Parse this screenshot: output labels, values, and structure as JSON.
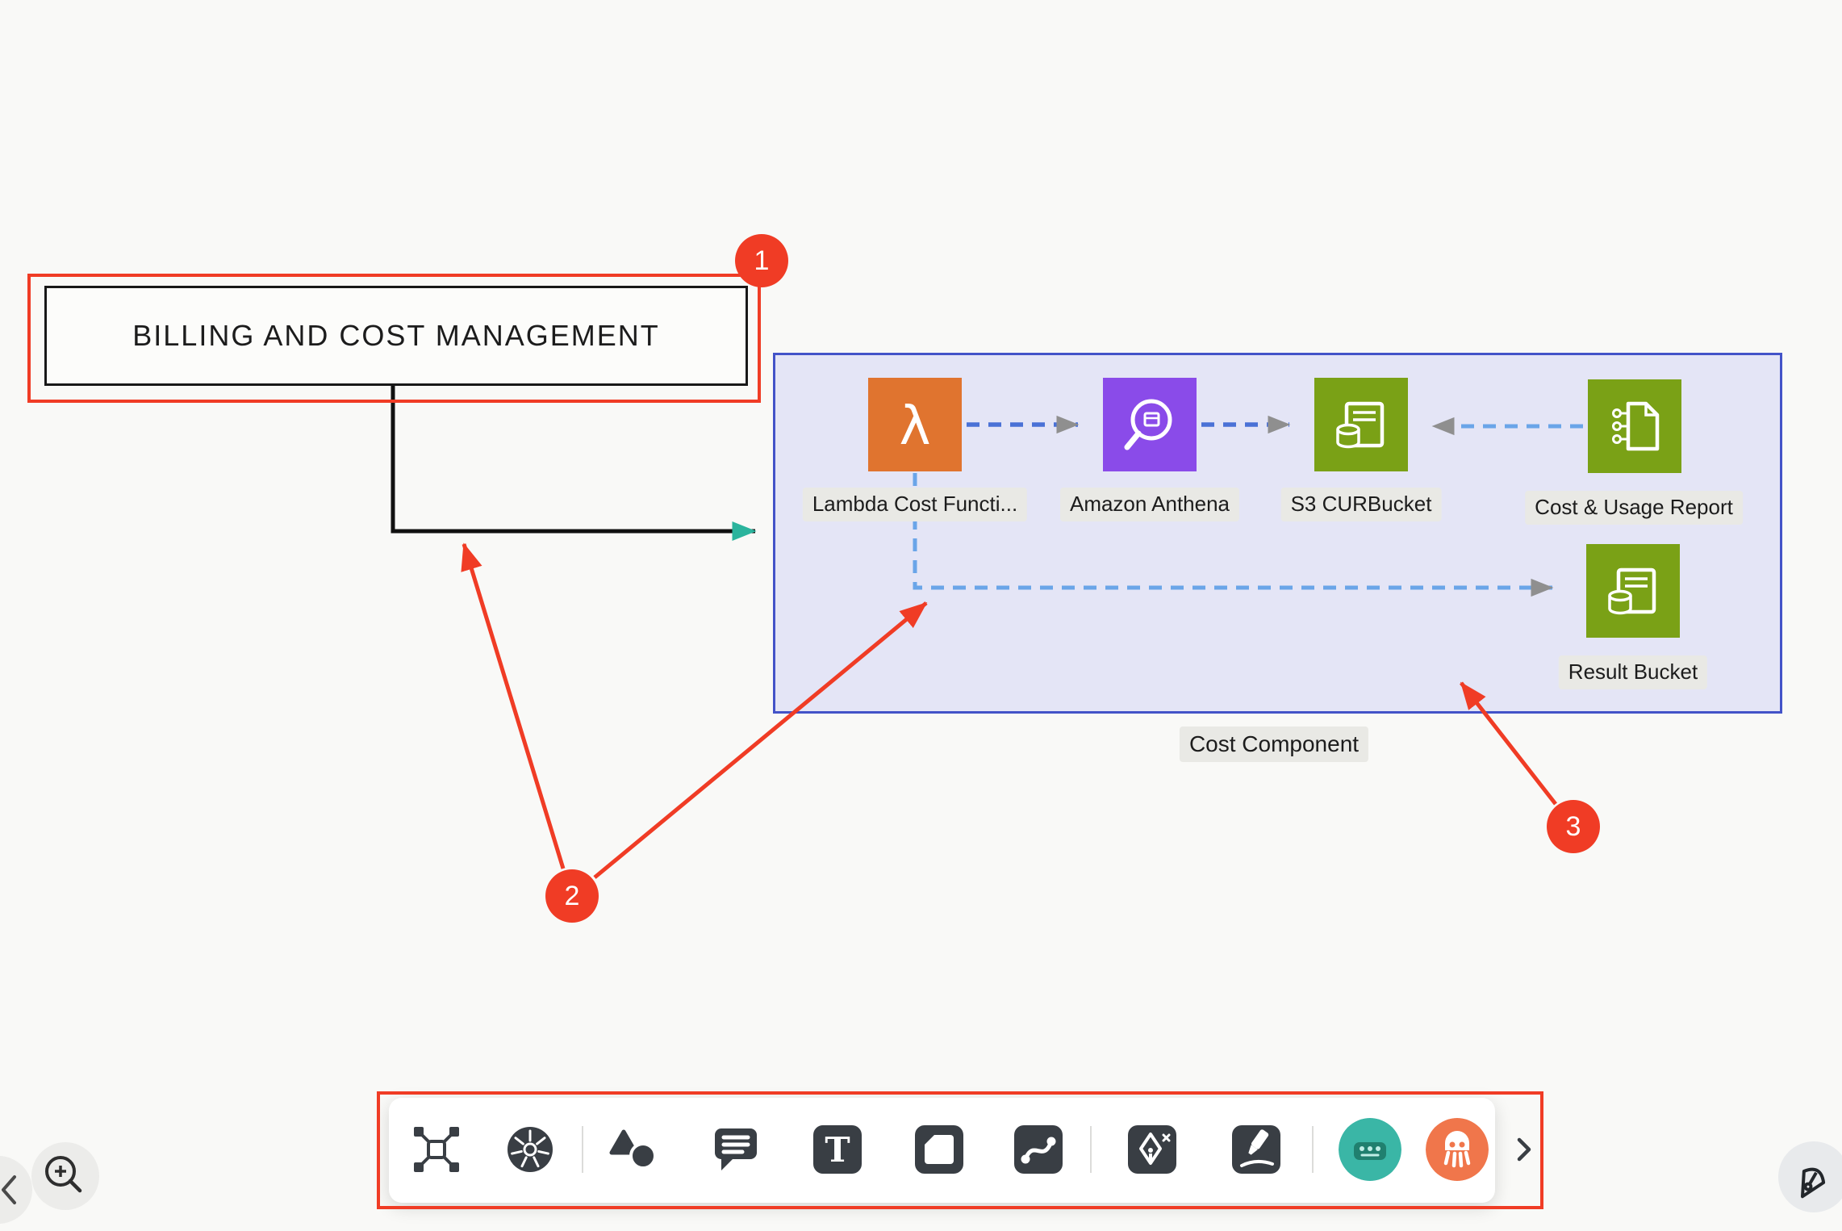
{
  "app": {
    "background": "#f9f9f7",
    "annotation_color": "#f03c25"
  },
  "billing_node": {
    "title": "BILLING AND COST MANAGEMENT"
  },
  "cost_group": {
    "caption": "Cost Component",
    "fill": "#e4e5f6",
    "border_color": "#4353c8",
    "nodes": [
      {
        "id": "lambda-cost-function",
        "label": "Lambda Cost Functi...",
        "icon": "aws-lambda-icon",
        "color": "#e0742f"
      },
      {
        "id": "amazon-athena",
        "label": "Amazon Anthena",
        "icon": "aws-athena-icon",
        "color": "#8a4be9"
      },
      {
        "id": "s3-cur-bucket",
        "label": "S3 CURBucket",
        "icon": "s3-bucket-icon",
        "color": "#7aa116"
      },
      {
        "id": "cost-usage-report",
        "label": "Cost & Usage Report",
        "icon": "cost-usage-report-icon",
        "color": "#7aa116"
      },
      {
        "id": "result-bucket",
        "label": "Result Bucket",
        "icon": "s3-bucket-icon",
        "color": "#7aa116"
      }
    ]
  },
  "connectors": {
    "billing_to_group": {
      "style": "solid",
      "color": "#111111",
      "arrow_color": "#2bb49d"
    },
    "lambda_to_athena": {
      "style": "dashed",
      "color": "#4a71d6"
    },
    "athena_to_s3cur": {
      "style": "dashed",
      "color": "#4a71d6"
    },
    "report_to_s3cur": {
      "style": "dashed",
      "color": "#6aa5e8"
    },
    "lambda_to_result": {
      "style": "dashed",
      "color": "#6aa5e8"
    },
    "arrowhead_color": "#8f8f8f"
  },
  "annotations": {
    "badges": [
      {
        "number": "1"
      },
      {
        "number": "2"
      },
      {
        "number": "3"
      }
    ]
  },
  "toolbar": {
    "items": [
      {
        "icon": "diagram-nodes-icon"
      },
      {
        "icon": "kubernetes-icon"
      },
      {
        "icon": "shapes-icon"
      },
      {
        "icon": "comment-icon"
      },
      {
        "icon": "text-tool-icon"
      },
      {
        "icon": "frame-icon"
      },
      {
        "icon": "connector-tool-icon"
      },
      {
        "icon": "pen-tool-icon"
      },
      {
        "icon": "marker-tool-icon"
      }
    ],
    "avatars": [
      {
        "icon": "keyboard-avatar-icon",
        "color": "#3ab6a6"
      },
      {
        "icon": "squid-avatar-icon",
        "color": "#f0764b"
      }
    ],
    "expand_icon": "chevron-right-icon"
  },
  "corner_controls": {
    "zoom_icon": "zoom-in-icon",
    "collapse_icon": "chevron-left-icon",
    "pen_button_icon": "pen-nib-icon"
  }
}
